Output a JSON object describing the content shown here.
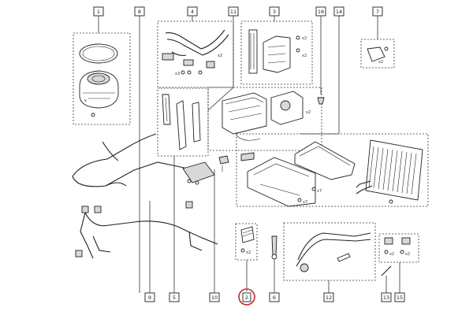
{
  "callouts": [
    {
      "id": "c1",
      "num": "1"
    },
    {
      "id": "c8",
      "num": "8"
    },
    {
      "id": "c4",
      "num": "4"
    },
    {
      "id": "c11",
      "num": "11"
    },
    {
      "id": "c3",
      "num": "3"
    },
    {
      "id": "c16",
      "num": "16"
    },
    {
      "id": "c14",
      "num": "14"
    },
    {
      "id": "c7",
      "num": "7"
    },
    {
      "id": "c9",
      "num": "9"
    },
    {
      "id": "c5",
      "num": "5"
    },
    {
      "id": "c10",
      "num": "10"
    },
    {
      "id": "c2",
      "num": "2"
    },
    {
      "id": "c6",
      "num": "6"
    },
    {
      "id": "c12",
      "num": "12"
    },
    {
      "id": "c13",
      "num": "13"
    },
    {
      "id": "c15",
      "num": "15"
    }
  ],
  "quantities": {
    "q1": "x2",
    "q2": "x3",
    "q3": "x2",
    "q4": "x2",
    "q5": "x2",
    "q6": "x2",
    "q7": "x7",
    "q8": "x2",
    "q9": "x2",
    "q10": "x7"
  },
  "highlight": {
    "callout": "2",
    "color": "#c0282d"
  }
}
